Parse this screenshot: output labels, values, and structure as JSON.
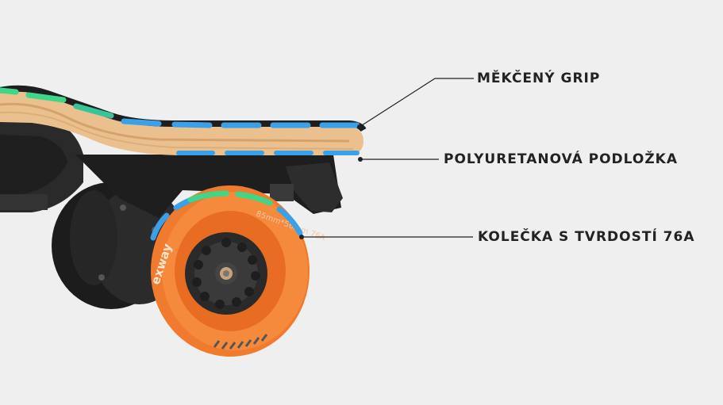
{
  "callouts": {
    "grip": "MĚKČENÝ GRIP",
    "pad": "POLYURETANOVÁ PODLOŽKA",
    "wheels": "KOLEČKA S TVRDOSTÍ 76A"
  },
  "wheel_markings": {
    "brand": "exway",
    "size": "85mm*56mm 76A"
  },
  "colors": {
    "background": "#efefef",
    "wheel": "#f07a2e",
    "grip_highlight": "#3fd68a",
    "pad_highlight": "#3aa0e8",
    "deck_wood": "#e9c08e",
    "label_text": "#222222"
  }
}
